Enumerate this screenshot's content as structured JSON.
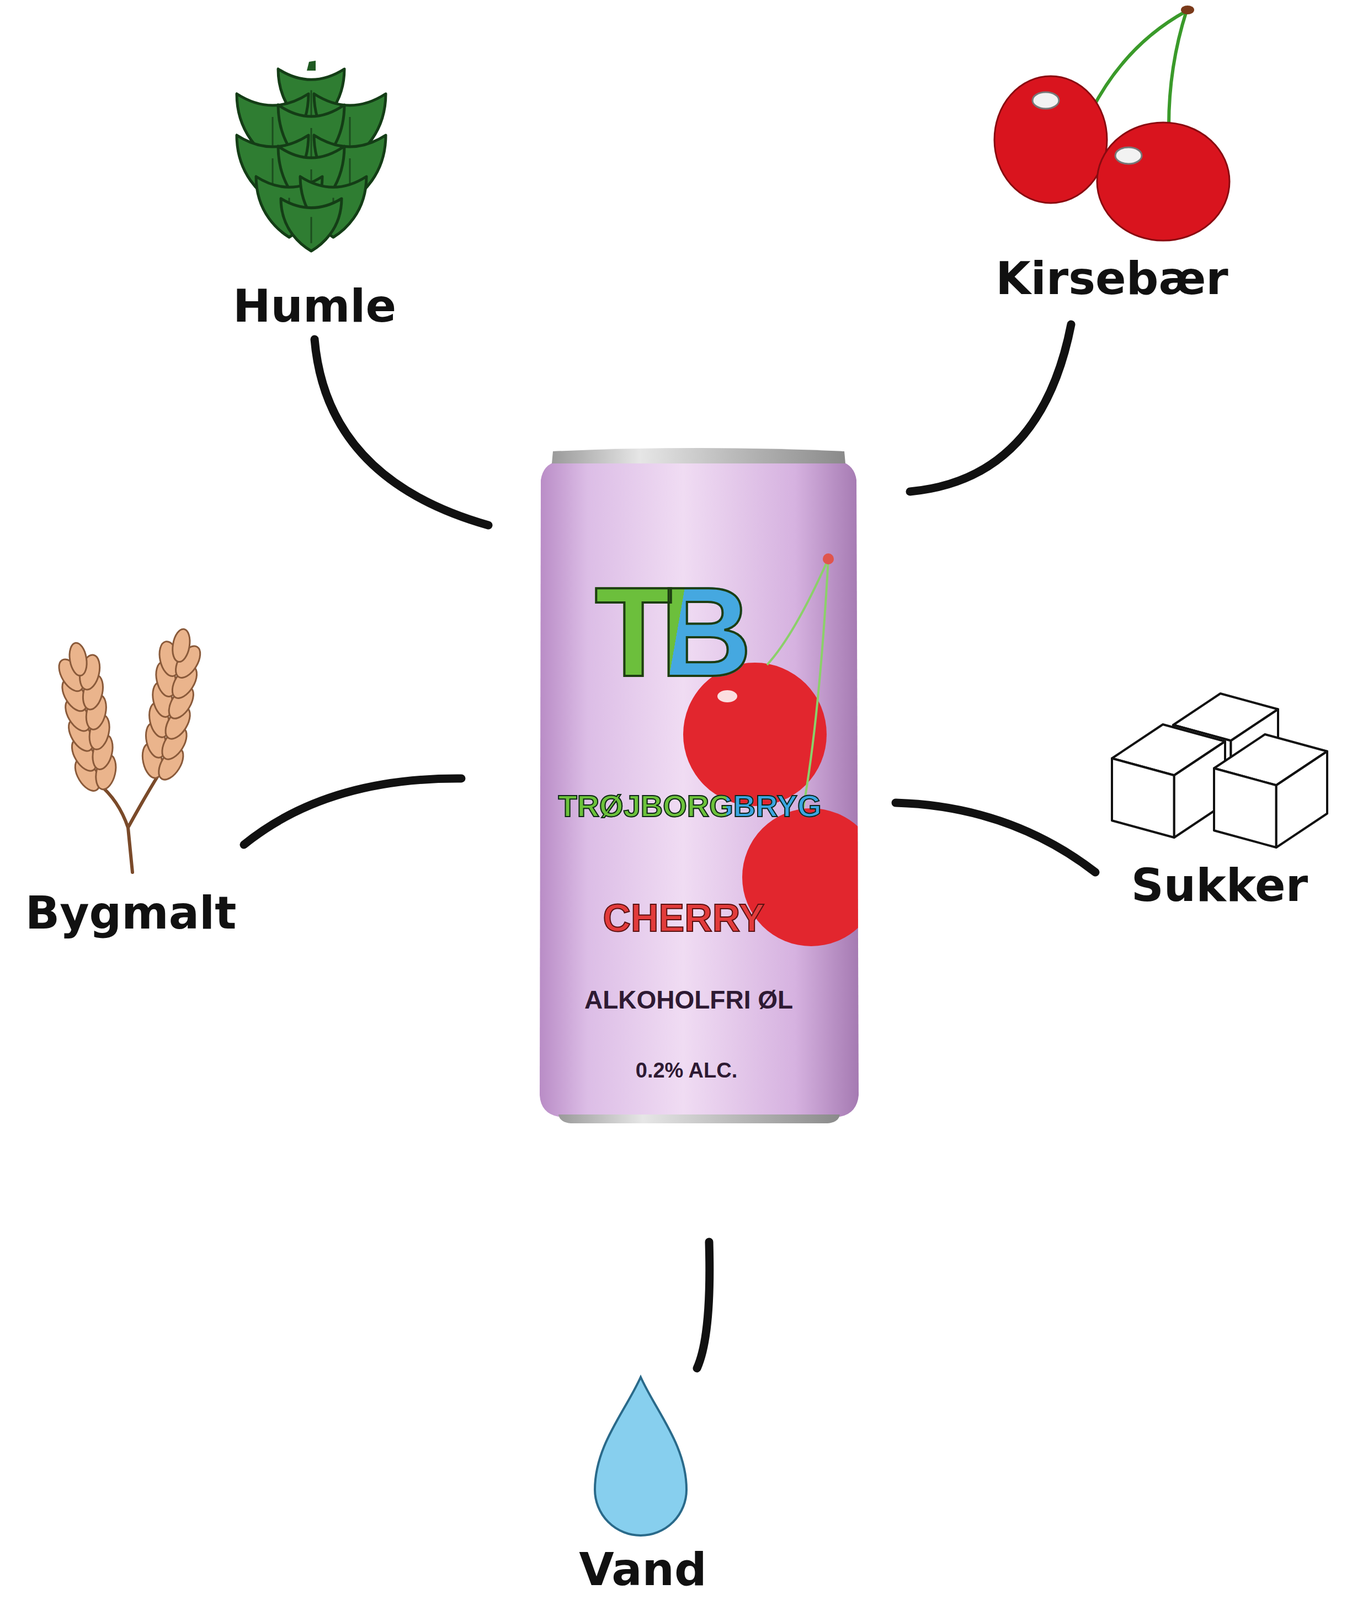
{
  "diagram": {
    "nodes": [
      {
        "text": [
          "Humle"
        ]
      },
      {
        "text": [
          "Kirsebær"
        ]
      },
      {
        "text": [
          "TB",
          "TRØJBORGBRYG",
          "CHERRY",
          "ALKOHOLFRI ØL",
          "0.2% ALC."
        ]
      },
      {
        "text": [
          "Bygmalt"
        ]
      },
      {
        "text": [
          "Sukker"
        ]
      },
      {
        "text": [
          "Vand"
        ]
      }
    ],
    "edges": [
      {
        "from": 2,
        "to": 0,
        "arrow": "none"
      },
      {
        "from": 2,
        "to": 1,
        "arrow": "none"
      },
      {
        "from": 2,
        "to": 3,
        "arrow": "none"
      },
      {
        "from": 2,
        "to": 4,
        "arrow": "none"
      },
      {
        "from": 2,
        "to": 5,
        "arrow": "none"
      }
    ]
  }
}
